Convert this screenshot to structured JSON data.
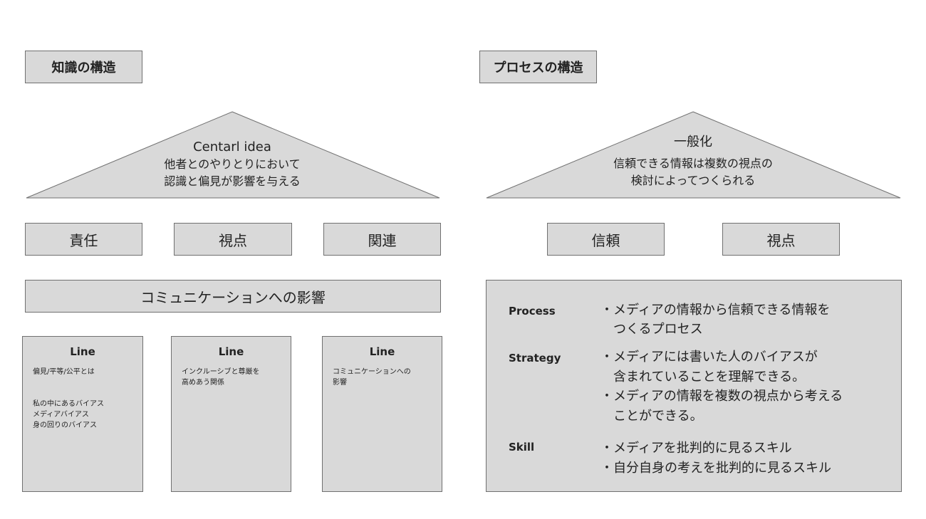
{
  "left": {
    "title": "知識の構造",
    "roof": {
      "heading": "Centarl idea",
      "lines": [
        "他者とのやりとりにおいて",
        "認識と偏見が影響を与える"
      ]
    },
    "pillars": [
      "責任",
      "視点",
      "関連"
    ],
    "bar": "コミュニケーションへの影響",
    "lines": [
      {
        "title": "Line",
        "body": "偏見/平等/公平とは\n\n\n私の中にあるバイアス\nメディアバイアス\n身の回りのバイアス"
      },
      {
        "title": "Line",
        "body": "インクルーシブと尊厳を\n高めあう関係"
      },
      {
        "title": "Line",
        "body": "コミュニケーションへの\n影響"
      }
    ]
  },
  "right": {
    "title": "プロセスの構造",
    "roof": {
      "heading": "一般化",
      "lines": [
        "信頼できる情報は複数の視点の",
        "検討によってつくられる"
      ]
    },
    "pillars": [
      "信頼",
      "視点"
    ],
    "sections": [
      {
        "label": "Process",
        "text": "・メディアの情報から信頼できる情報を\n　つくるプロセス"
      },
      {
        "label": "Strategy",
        "text": "・メディアには書いた人のバイアスが\n　含まれていることを理解できる。\n・メディアの情報を複数の視点から考える\n　ことができる。"
      },
      {
        "label": "Skill",
        "text": "・メディアを批判的に見るスキル\n・自分自身の考えを批判的に見るスキル"
      }
    ]
  }
}
